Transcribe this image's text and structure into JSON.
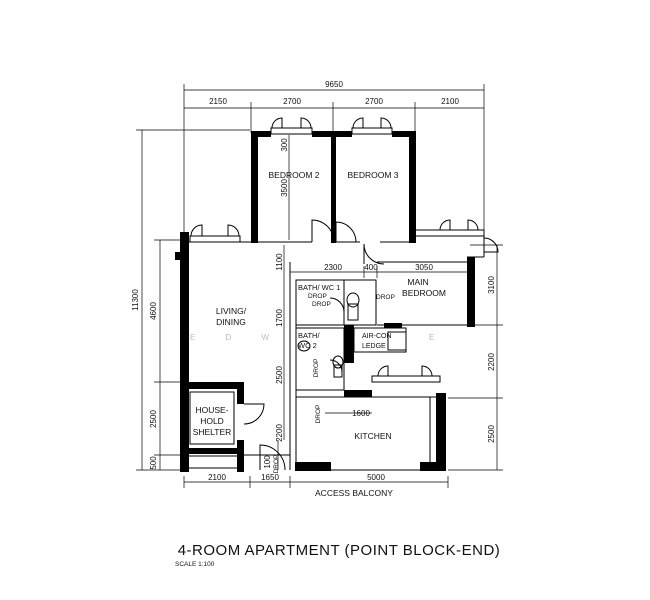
{
  "title": "4-ROOM APARTMENT (POINT BLOCK-END)",
  "scale": "SCALE 1:100",
  "watermark": "E D W",
  "watermark_tail": "E",
  "rooms": {
    "bedroom2": "BEDROOM 2",
    "bedroom3": "BEDROOM 3",
    "living": "LIVING/",
    "dining": "DINING",
    "main1": "MAIN",
    "main2": "BEDROOM",
    "bath1": "BATH/ WC 1",
    "bath2a": "BATH/",
    "bath2b": "WC 2",
    "aircon1": "AIR-CON",
    "aircon2": "LEDGE",
    "shelter1": "HOUSE-",
    "shelter2": "HOLD",
    "shelter3": "SHELTER",
    "kitchen": "KITCHEN",
    "access": "ACCESS BALCONY"
  },
  "drops": {
    "drop1": "DROP",
    "drop2": "DROP",
    "drop3": "DROP",
    "drop4": "DROP",
    "drop5": "DROP",
    "drop6": "DROP"
  },
  "dimensions": {
    "top_total": "9650",
    "top_1": "2150",
    "top_2": "2700",
    "top_3": "2700",
    "top_4": "2100",
    "left_total": "11300",
    "left_1": "4600",
    "left_2": "2500",
    "left_3": "500",
    "bottom_1": "2100",
    "bottom_2": "1650",
    "bottom_3": "5000",
    "right_1": "3100",
    "right_2": "2200",
    "right_3": "2500",
    "inner_300": "300",
    "inner_3500": "3500",
    "inner_1100": "1100",
    "inner_1700": "1700",
    "inner_2500": "2500",
    "inner_2200": "2200",
    "inner_2300": "2300",
    "inner_400": "400",
    "inner_3050": "3050",
    "inner_1600": "1600",
    "inner_100": "100"
  }
}
